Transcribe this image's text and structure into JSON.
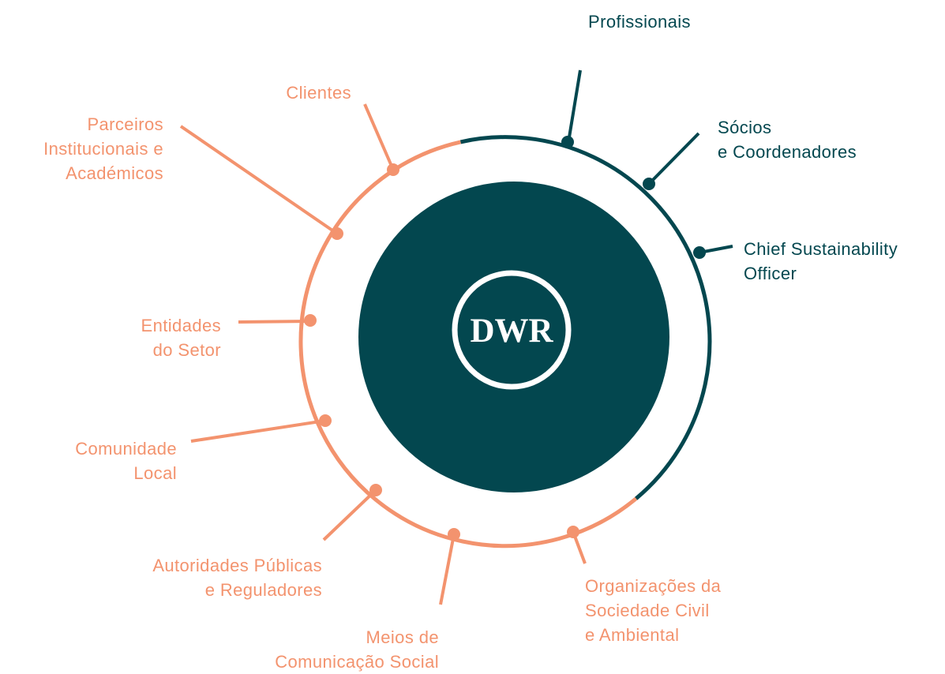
{
  "center": {
    "logo_text": "DWR"
  },
  "colors": {
    "teal": "#03474f",
    "coral": "#f3936e",
    "background": "#ffffff"
  },
  "groups": {
    "internal": [
      {
        "id": "profissionais",
        "lines": [
          "Profissionais"
        ]
      },
      {
        "id": "socios-coordenadores",
        "lines": [
          "Sócios",
          "e Coordenadores"
        ]
      },
      {
        "id": "chief-sustainability-officer",
        "lines": [
          "Chief Sustainability",
          "Officer"
        ]
      }
    ],
    "external": [
      {
        "id": "clientes",
        "lines": [
          "Clientes"
        ]
      },
      {
        "id": "parceiros-institucionais",
        "lines": [
          "Parceiros",
          "Institucionais e",
          "Académicos"
        ]
      },
      {
        "id": "entidades-setor",
        "lines": [
          "Entidades",
          "do Setor"
        ]
      },
      {
        "id": "comunidade-local",
        "lines": [
          "Comunidade",
          "Local"
        ]
      },
      {
        "id": "autoridades-publicas",
        "lines": [
          "Autoridades Públicas",
          "e Reguladores"
        ]
      },
      {
        "id": "meios-comunicacao",
        "lines": [
          "Meios de",
          "Comunicação Social"
        ]
      },
      {
        "id": "organizacoes-sociedade-civil",
        "lines": [
          "Organizações da",
          "Sociedade Civil",
          "e Ambiental"
        ]
      }
    ]
  }
}
